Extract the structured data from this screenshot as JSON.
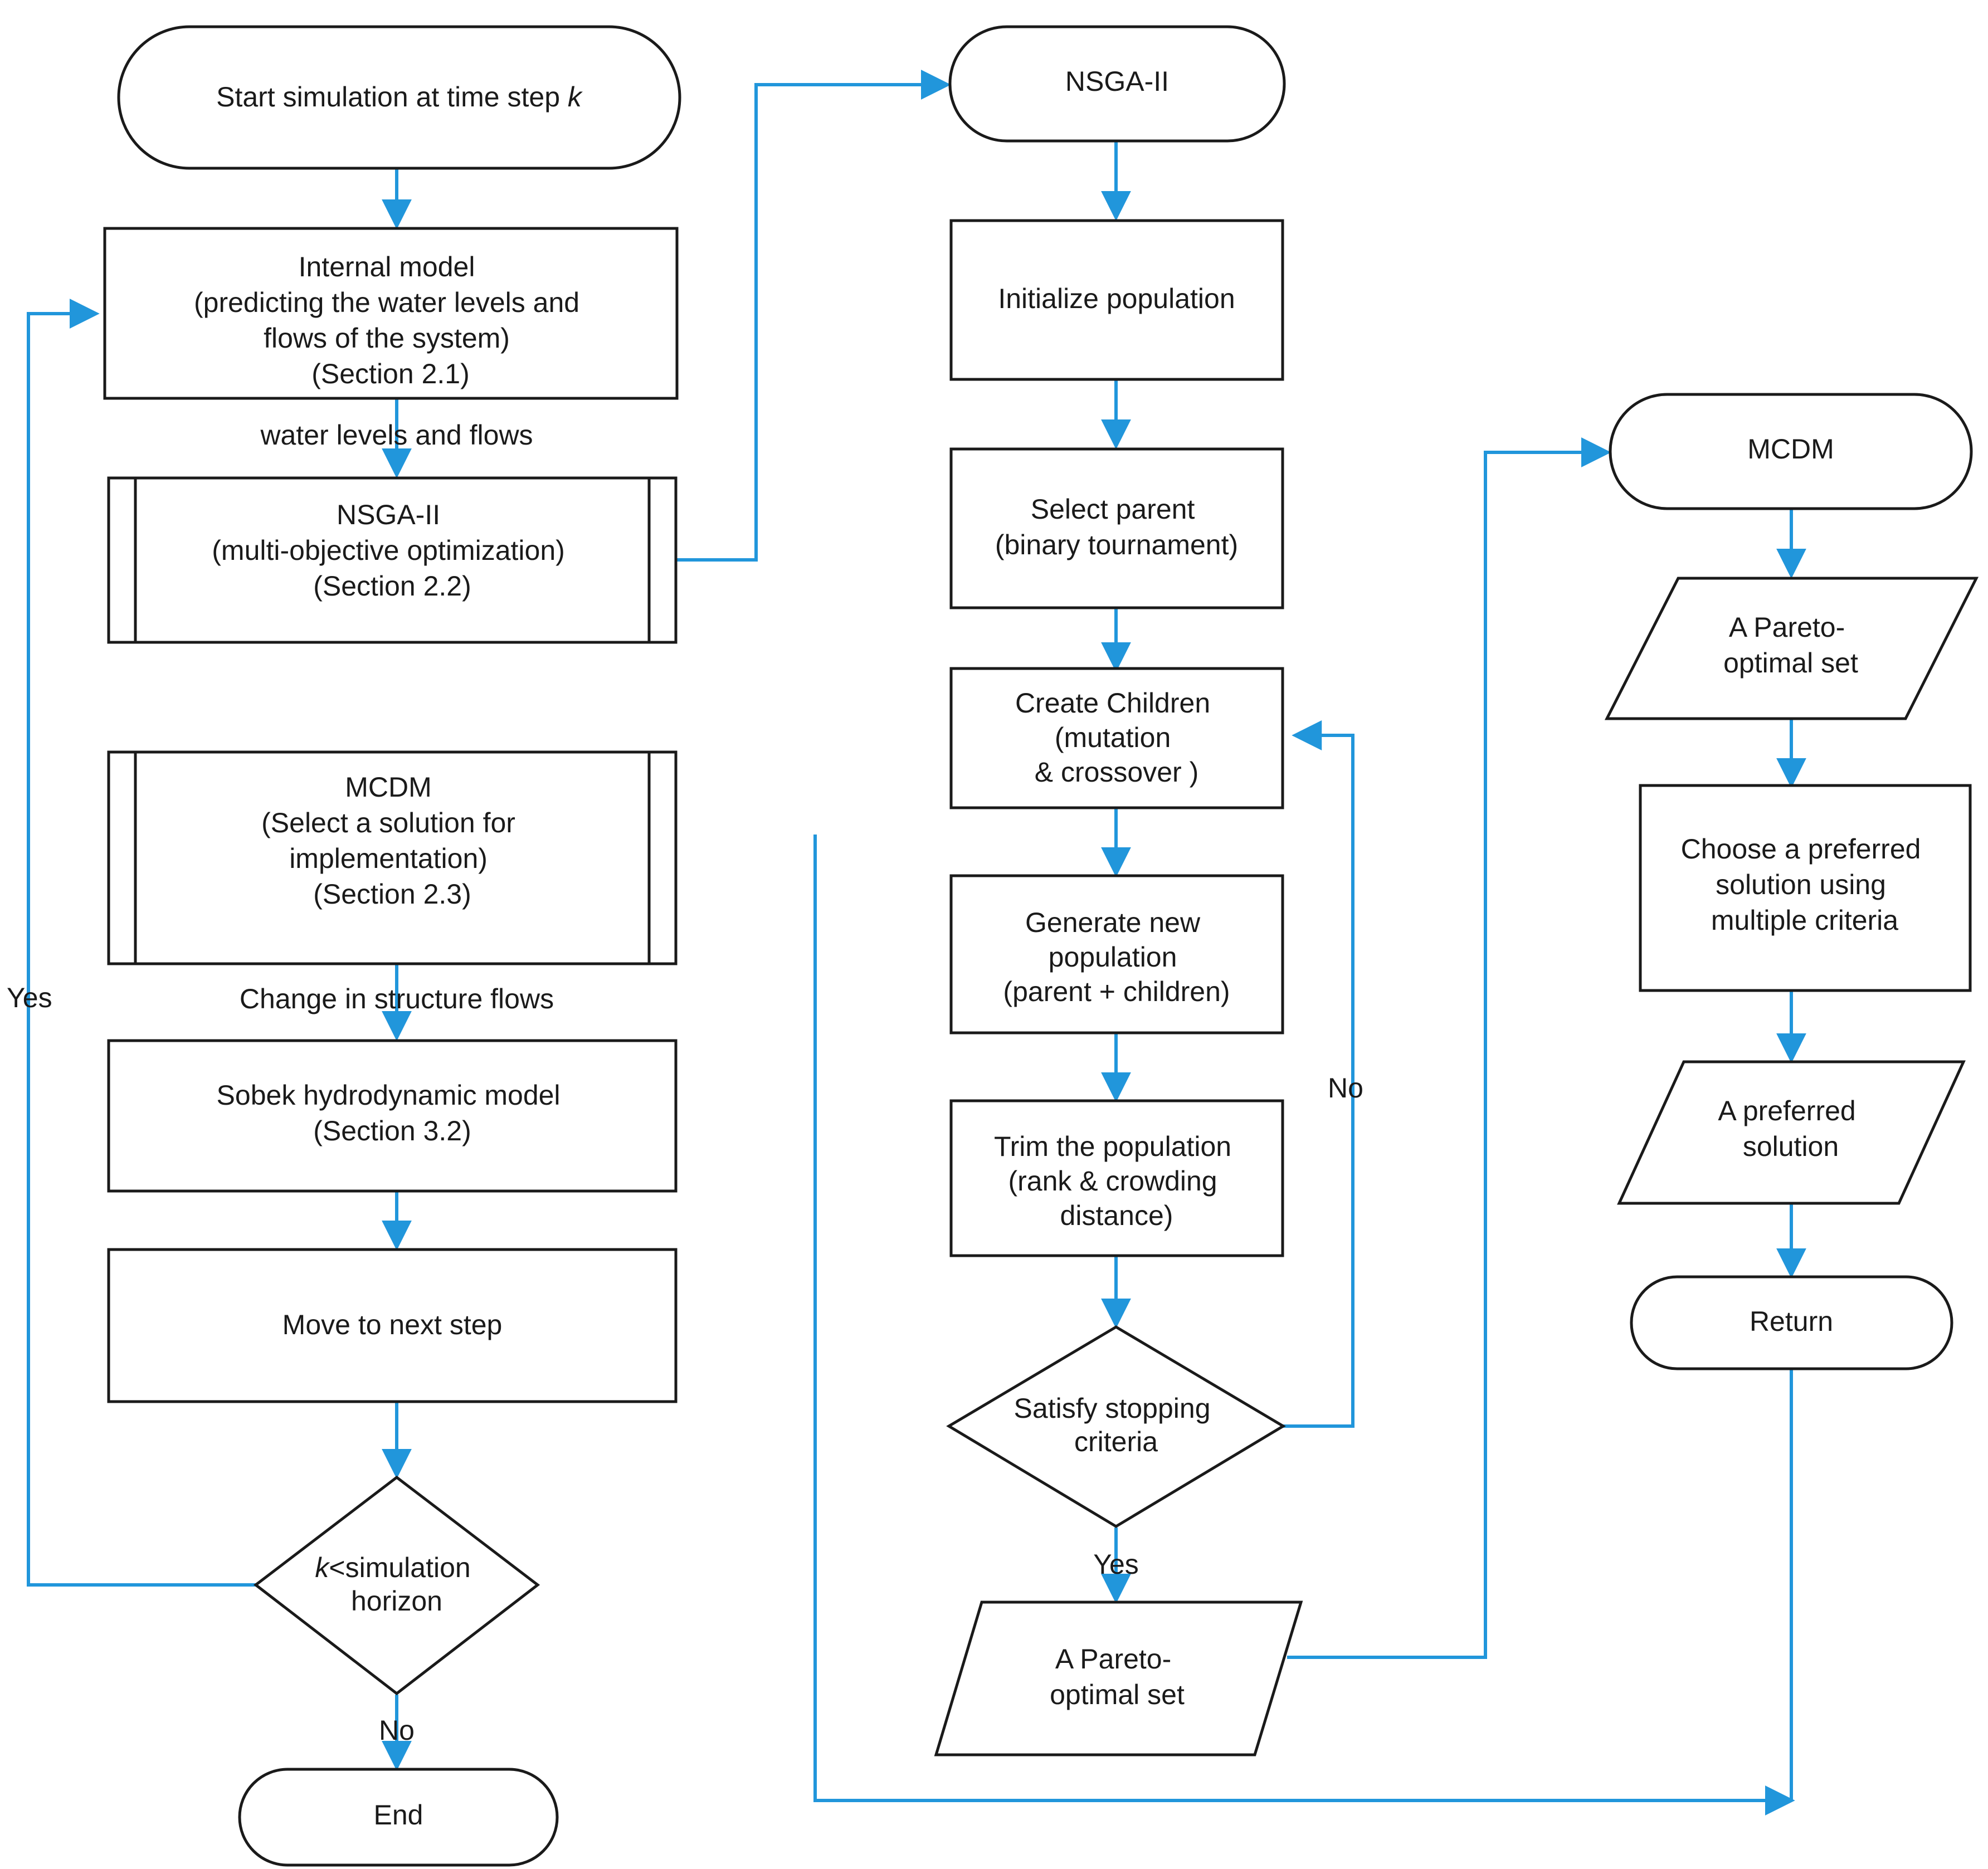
{
  "diagram": {
    "title": "Simulation-optimization framework flowchart",
    "colors": {
      "connector": "#2196db",
      "outline": "#1a1a1a",
      "background": "#ffffff"
    },
    "columns": [
      {
        "name": "main-simulation-loop"
      },
      {
        "name": "nsga2-subroutine"
      },
      {
        "name": "mcdm-subroutine"
      }
    ]
  },
  "nodes": {
    "start_simulation": {
      "shape": "terminator",
      "lines": [
        "Start simulation at time step k"
      ],
      "italic_tail": "k"
    },
    "internal_model": {
      "shape": "process",
      "lines": [
        "Internal model",
        "(predicting the water levels and",
        "flows of the system)",
        "(Section 2.1)"
      ]
    },
    "nsga2_call": {
      "shape": "subroutine",
      "lines": [
        "NSGA-II",
        "(multi-objective optimization)",
        "(Section 2.2)"
      ]
    },
    "mcdm_call": {
      "shape": "subroutine",
      "lines": [
        "MCDM",
        "(Select a solution  for",
        "implementation)",
        "(Section 2.3)"
      ]
    },
    "sobek_model": {
      "shape": "process",
      "lines": [
        "Sobek hydrodynamic model",
        "(Section 3.2)"
      ]
    },
    "move_next_step": {
      "shape": "process",
      "lines": [
        "Move to next step"
      ]
    },
    "k_less_than_horizon": {
      "shape": "decision",
      "lines": [
        "k<simulation",
        "horizon"
      ]
    },
    "end": {
      "shape": "terminator",
      "lines": [
        "End"
      ]
    },
    "nsga2_start": {
      "shape": "terminator",
      "lines": [
        "NSGA-II"
      ]
    },
    "initialize_population": {
      "shape": "process",
      "lines": [
        "Initialize population"
      ]
    },
    "select_parent": {
      "shape": "process",
      "lines": [
        "Select parent",
        "(binary tournament)"
      ]
    },
    "create_children": {
      "shape": "process",
      "lines": [
        "Create Children",
        "(mutation",
        "& crossover )"
      ]
    },
    "generate_new_population": {
      "shape": "process",
      "lines": [
        "Generate new",
        "population",
        "(parent + children)"
      ]
    },
    "trim_population": {
      "shape": "process",
      "lines": [
        "Trim the population",
        "(rank & crowding",
        "distance)"
      ]
    },
    "satisfy_stopping_criteria": {
      "shape": "decision",
      "lines": [
        "Satisfy stopping",
        "criteria"
      ]
    },
    "pareto_set_nsga2": {
      "shape": "data",
      "lines": [
        "A Pareto-",
        "optimal set"
      ]
    },
    "mcdm_start": {
      "shape": "terminator",
      "lines": [
        "MCDM"
      ]
    },
    "pareto_set_mcdm": {
      "shape": "data",
      "lines": [
        "A Pareto-",
        "optimal set"
      ]
    },
    "choose_preferred_solution": {
      "shape": "process",
      "lines": [
        "Choose a preferred",
        "solution using",
        "multiple criteria"
      ]
    },
    "preferred_solution": {
      "shape": "data",
      "lines": [
        "A preferred",
        "solution"
      ]
    },
    "return": {
      "shape": "terminator",
      "lines": [
        "Return"
      ]
    }
  },
  "edge_labels": {
    "water_levels_and_flows": "water levels and flows",
    "change_in_structure_flows": "Change in structure flows",
    "loop_yes": "Yes",
    "loop_no": "No",
    "stopping_yes": "Yes",
    "stopping_no": "No"
  }
}
